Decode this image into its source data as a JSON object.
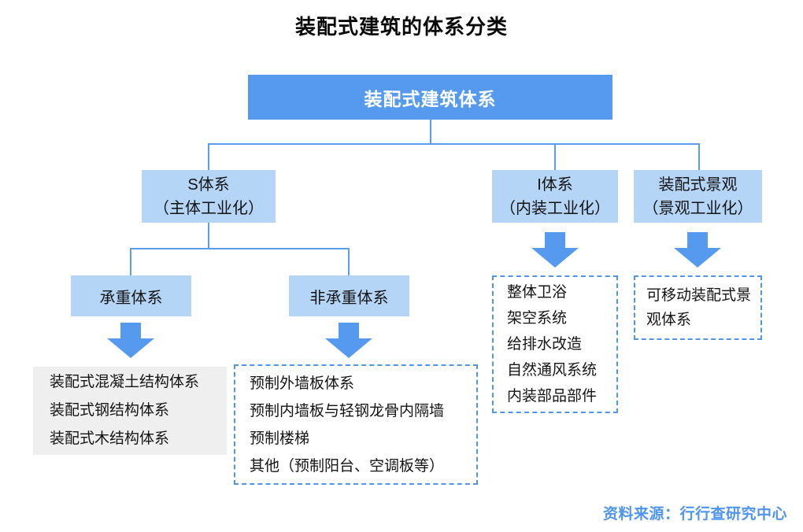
{
  "title": "装配式建筑的体系分类",
  "colors": {
    "primary_blue": "#569AF0",
    "light_blue": "#B4D5F6",
    "connector_blue": "#5B9CEF",
    "dashed_border_blue": "#4D96EA",
    "leaf_gray_bg": "#EFEFEF",
    "source_text_blue": "#4F95EF",
    "text_dark": "#141414"
  },
  "root_node": {
    "label": "装配式建筑体系"
  },
  "branch_s": {
    "title": "S体系",
    "subtitle": "（主体工业化）"
  },
  "branch_i": {
    "title": "I体系",
    "subtitle": "（内装工业化）"
  },
  "branch_landscape": {
    "title": "装配式景观",
    "subtitle": "（景观工业化）"
  },
  "node_bearing": {
    "label": "承重体系"
  },
  "node_non_bearing": {
    "label": "非承重体系"
  },
  "leaf_bearing": {
    "items": [
      "装配式混凝土结构体系",
      "装配式钢结构体系",
      "装配式木结构体系"
    ]
  },
  "leaf_non_bearing": {
    "items": [
      "预制外墙板体系",
      "预制内墙板与轻钢龙骨内隔墙",
      "预制楼梯",
      "其他（预制阳台、空调板等）"
    ]
  },
  "leaf_i": {
    "items": [
      "整体卫浴",
      "架空系统",
      "给排水改造",
      "自然通风系统",
      "内装部品部件"
    ]
  },
  "leaf_landscape": {
    "items": [
      "可移动装配式景观体系"
    ]
  },
  "source_note": "资料来源：行行查研究中心"
}
